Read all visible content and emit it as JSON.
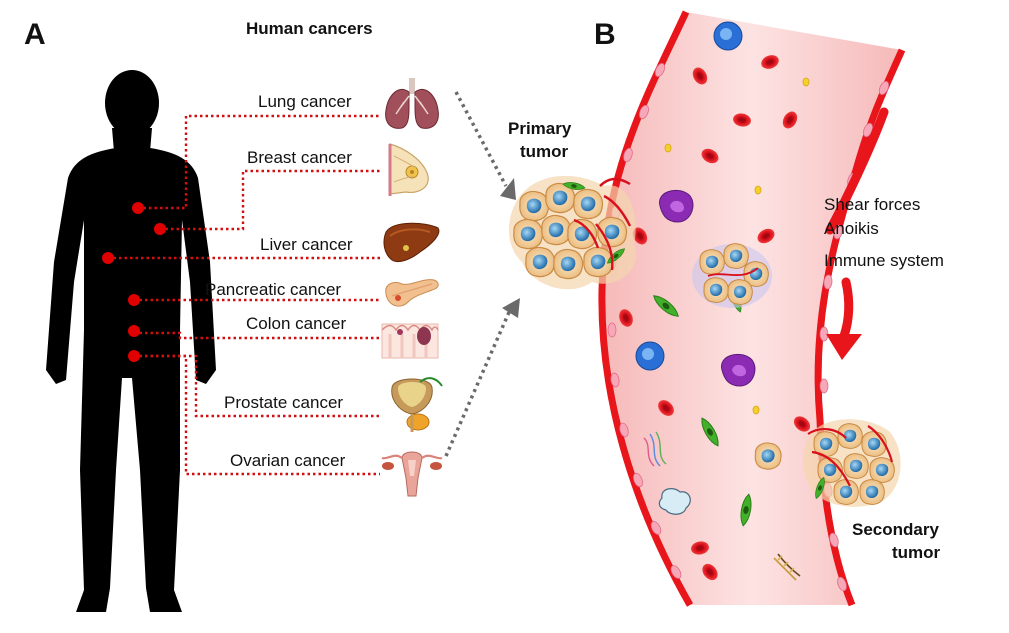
{
  "panel_a": {
    "letter": "A",
    "title": "Human cancers",
    "cancers": [
      {
        "label": "Lung cancer",
        "icon": "lungs-icon"
      },
      {
        "label": "Breast cancer",
        "icon": "breast-icon"
      },
      {
        "label": "Liver cancer",
        "icon": "liver-icon"
      },
      {
        "label": "Pancreatic cancer",
        "icon": "pancreas-icon"
      },
      {
        "label": "Colon cancer",
        "icon": "colon-icon"
      },
      {
        "label": "Prostate cancer",
        "icon": "prostate-icon"
      },
      {
        "label": "Ovarian cancer",
        "icon": "uterus-ovaries-icon"
      }
    ],
    "colors": {
      "silhouette": "#000000",
      "marker": "#e00000",
      "leader": "#d01010"
    }
  },
  "panel_b": {
    "letter": "B",
    "primary_tumor": [
      "Primary",
      "tumor"
    ],
    "secondary_tumor": [
      "Secondary",
      "tumor"
    ],
    "factors": [
      "Shear forces",
      "Anoikis",
      "Immune system"
    ],
    "colors": {
      "vessel_wall": "#e8151b",
      "vessel_lumen": "#fbd3d3",
      "tumor_cell": "#f7d7a8",
      "nucleus": "#3d8fc9",
      "rbc": "#d8101c",
      "arrow": "#e8151b"
    }
  }
}
